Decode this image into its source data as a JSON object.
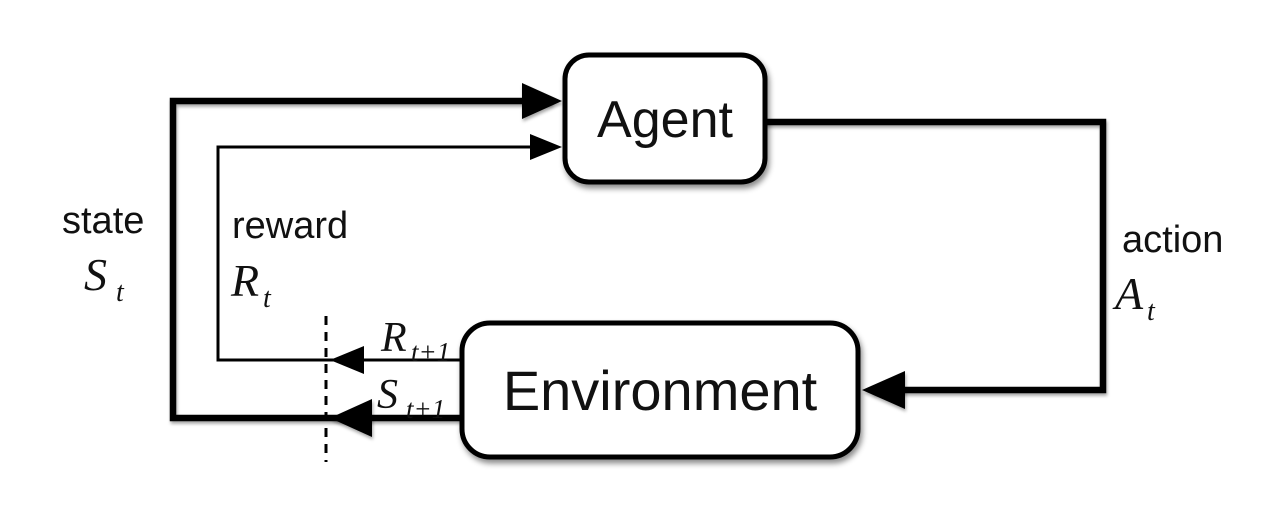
{
  "diagram": {
    "title": "agent-environment-interaction-loop",
    "background_color": "#ffffff",
    "line_color": "#000000",
    "nodes": {
      "agent": {
        "label": "Agent"
      },
      "environment": {
        "label": "Environment"
      }
    },
    "edges": {
      "state": {
        "word": "state",
        "symbol": "S",
        "subscript": "t"
      },
      "reward": {
        "word": "reward",
        "symbol": "R",
        "subscript": "t"
      },
      "action": {
        "word": "action",
        "symbol": "A",
        "subscript": "t"
      },
      "next_reward": {
        "symbol": "R",
        "subscript": "t+1"
      },
      "next_state": {
        "symbol": "S",
        "subscript": "t+1"
      }
    }
  }
}
